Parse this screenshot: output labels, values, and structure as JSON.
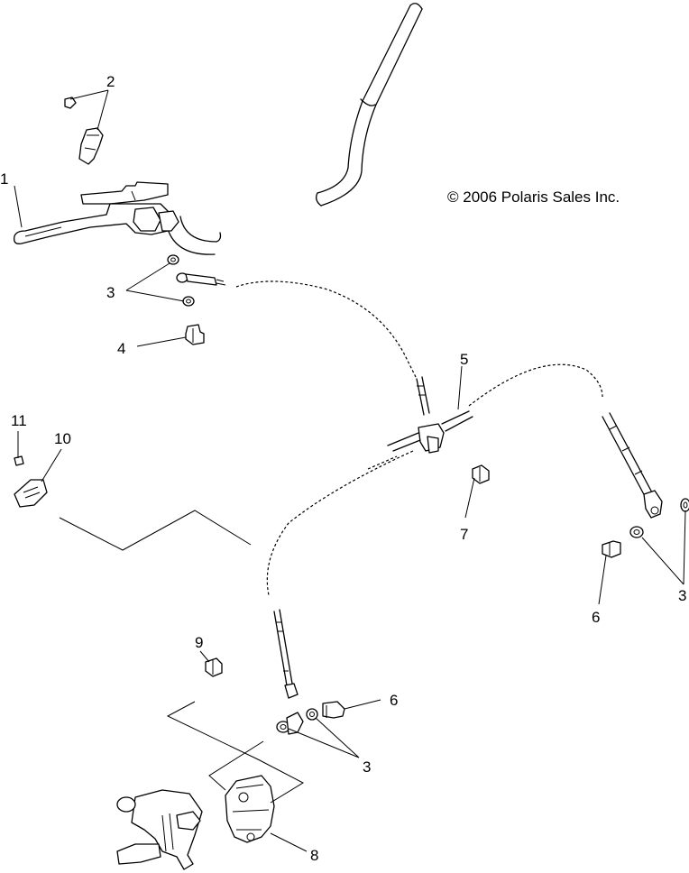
{
  "copyright": "© 2006 Polaris Sales Inc.",
  "callouts": [
    {
      "id": "1",
      "text": "1"
    },
    {
      "id": "2",
      "text": "2"
    },
    {
      "id": "3a",
      "text": "3"
    },
    {
      "id": "4",
      "text": "4"
    },
    {
      "id": "5",
      "text": "5"
    },
    {
      "id": "11",
      "text": "11"
    },
    {
      "id": "10",
      "text": "10"
    },
    {
      "id": "7",
      "text": "7"
    },
    {
      "id": "3b",
      "text": "3"
    },
    {
      "id": "6a",
      "text": "6"
    },
    {
      "id": "9",
      "text": "9"
    },
    {
      "id": "6b",
      "text": "6"
    },
    {
      "id": "3c",
      "text": "3"
    },
    {
      "id": "8",
      "text": "8"
    }
  ]
}
